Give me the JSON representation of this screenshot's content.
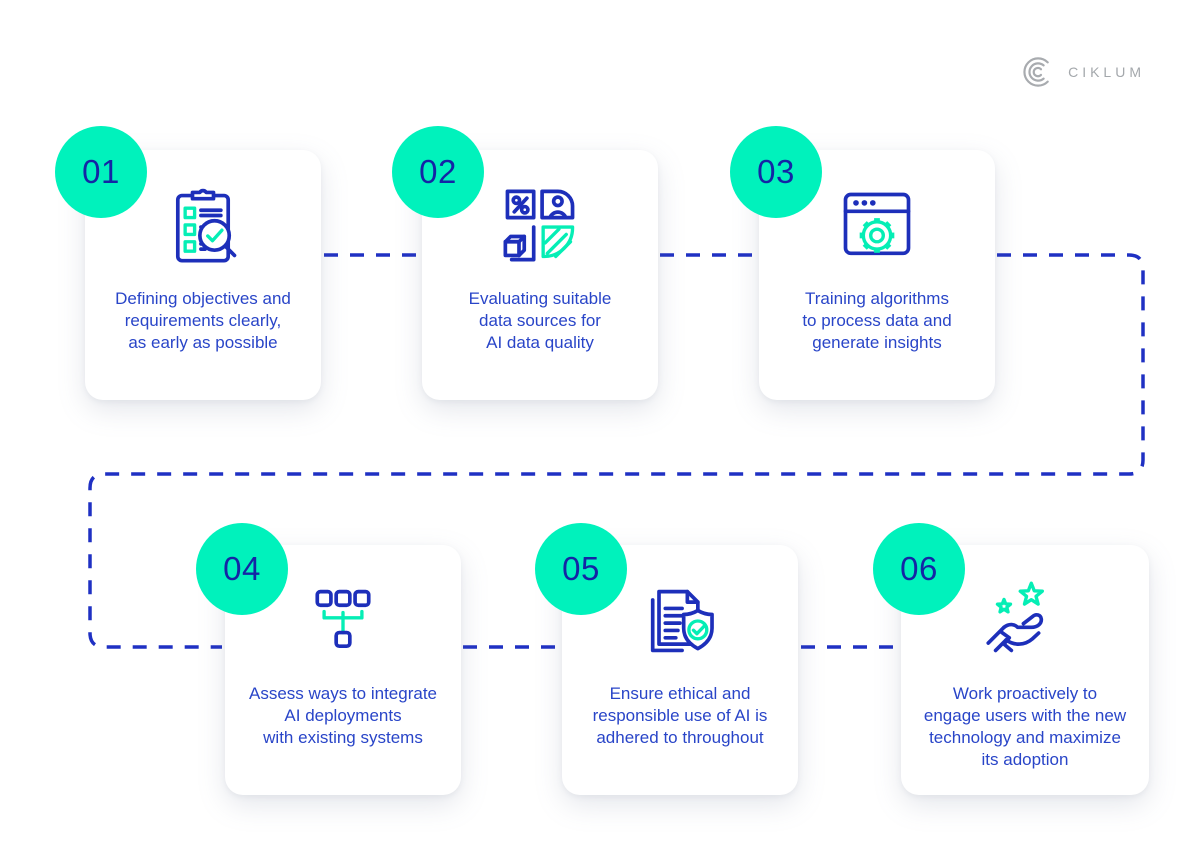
{
  "logo": {
    "text": "CIKLUM",
    "icon": "ciklum-arcs-logo"
  },
  "colors": {
    "accent_mint": "#00f2bc",
    "number_navy": "#1425a5",
    "body_text_blue": "#2945c8",
    "connector_blue": "#1f30c3",
    "icon_blue": "#1d2fba",
    "logo_gray": "#a4a8ac",
    "card_background": "#ffffff"
  },
  "steps": [
    {
      "number": "01",
      "icon": "clipboard-checklist-magnifier-icon",
      "lines": [
        "Defining objectives and",
        "requirements clearly,",
        "as early as possible"
      ]
    },
    {
      "number": "02",
      "icon": "data-sources-grid-icon",
      "lines": [
        "Evaluating suitable",
        "data sources for",
        "AI data quality"
      ]
    },
    {
      "number": "03",
      "icon": "browser-gear-icon",
      "lines": [
        "Training algorithms",
        "to process data and",
        "generate insights"
      ]
    },
    {
      "number": "04",
      "icon": "integration-hierarchy-icon",
      "lines": [
        "Assess ways to integrate",
        "AI deployments",
        "with existing systems"
      ]
    },
    {
      "number": "05",
      "icon": "document-shield-check-icon",
      "lines": [
        "Ensure ethical and",
        "responsible use of AI is",
        "adhered to throughout"
      ]
    },
    {
      "number": "06",
      "icon": "hand-with-stars-icon",
      "lines": [
        "Work proactively to",
        "engage users with the new",
        "technology and maximize",
        "its adoption"
      ]
    }
  ]
}
